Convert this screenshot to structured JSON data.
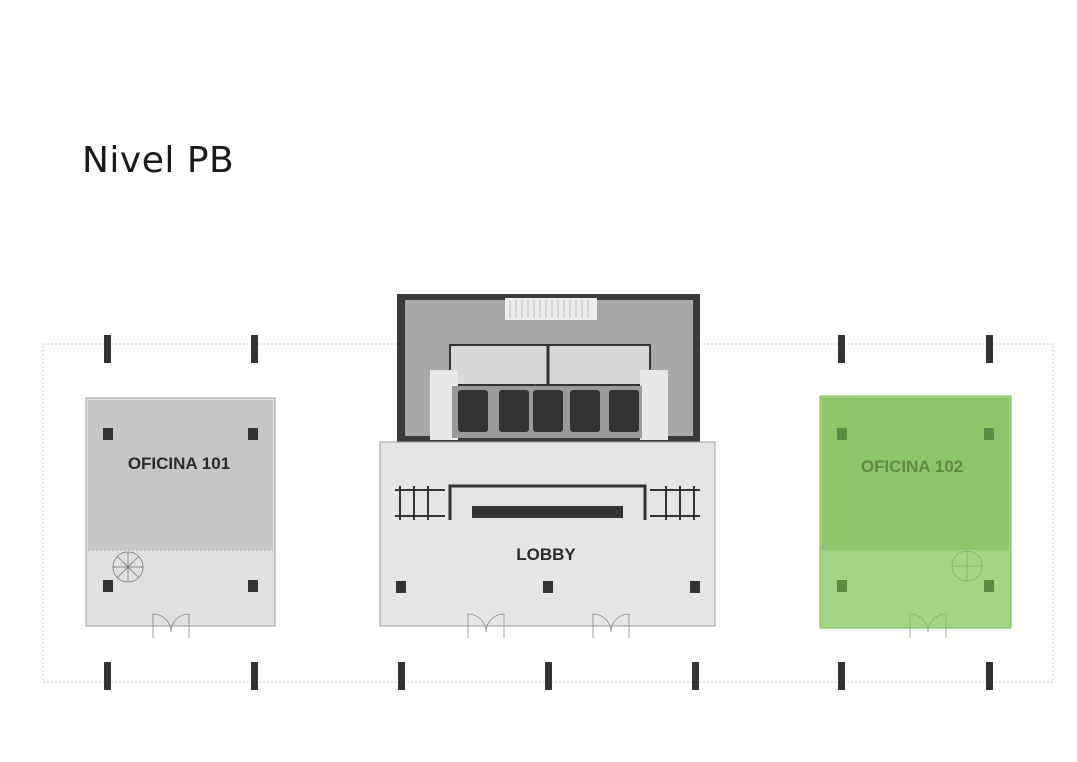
{
  "page": {
    "title": "Nivel PB"
  },
  "plan": {
    "rooms": [
      {
        "id": "oficina-101",
        "label": "OFICINA 101",
        "highlighted": false
      },
      {
        "id": "lobby",
        "label": "LOBBY",
        "highlighted": false
      },
      {
        "id": "oficina-102",
        "label": "OFICINA 102",
        "highlighted": true
      }
    ],
    "colors": {
      "highlight": "#8cc66a",
      "office": "#c8c8c8",
      "lobby": "#e4e5e4",
      "core": "#3a3a3a",
      "column": "#333333"
    }
  }
}
